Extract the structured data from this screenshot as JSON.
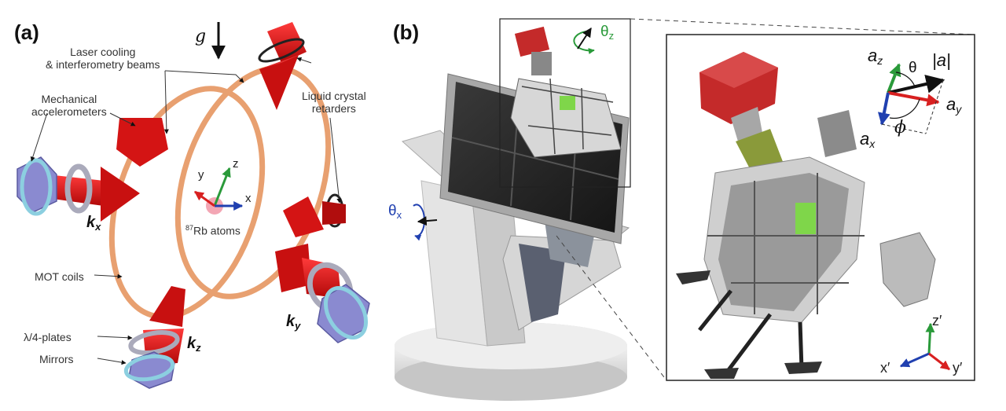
{
  "panel_a": {
    "panel_label": "(a)",
    "gravity_label": "g",
    "label_laser_line1": "Laser cooling",
    "label_laser_line2": "& interferometry beams",
    "label_mech_line1": "Mechanical",
    "label_mech_line2": "accelerometers",
    "label_lcr_line1": "Liquid crystal",
    "label_lcr_line2": "retarders",
    "label_mot": "MOT coils",
    "label_qwp": "λ/4-plates",
    "label_mirrors": "Mirrors",
    "label_atoms_sup": "87",
    "label_atoms": "Rb atoms",
    "k_symbol": "k",
    "kx_sub": "x",
    "ky_sub": "y",
    "kz_sub": "z",
    "axis_x": "x",
    "axis_y": "y",
    "axis_z": "z"
  },
  "panel_b": {
    "panel_label": "(b)",
    "theta_z": "θ",
    "theta_z_sub": "z",
    "theta_x": "θ",
    "theta_x_sub": "x"
  },
  "inset": {
    "a_symbol": "a",
    "az_sub": "z",
    "ay_sub": "y",
    "ax_sub": "x",
    "a_mag": "|a|",
    "theta": "θ",
    "phi": "ϕ",
    "xp": "x′",
    "yp": "y′",
    "zp": "z′"
  },
  "colors": {
    "beam_red": "#d41414",
    "coil_orange": "#e8a070",
    "axis_green": "#2a9a3a",
    "axis_blue": "#2040b0",
    "axis_red": "#d82020",
    "accel_purple": "#8a8ad0"
  }
}
